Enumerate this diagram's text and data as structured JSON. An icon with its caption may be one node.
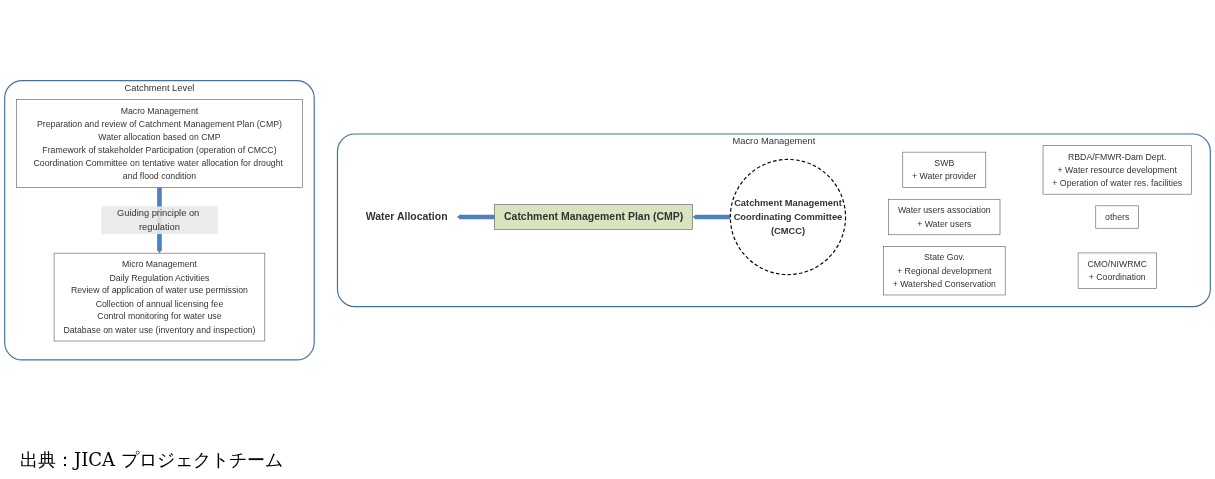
{
  "diagram": {
    "caption": "出典：JICA プロジェクトチーム",
    "nodes": [
      {
        "text": [
          "Catchment Level"
        ]
      },
      {
        "text": [
          "Macro Management",
          "Preparation and review of Catchment Management Plan (CMP)",
          "Water allocation based on CMP",
          "Framework of stakeholder Participation (operation of CMCC)",
          "Coordination Committee on tentative water allocation for drought and flood condition"
        ],
        "in": 0
      },
      {
        "text": [
          "Micro Management",
          "Daily Regulation Activities",
          "Review of application of water use permission",
          "Collection of annual licensing fee",
          "Control monitoring for water use",
          "Database on water use (inventory and inspection)"
        ],
        "in": 0
      },
      {
        "text": [
          "Macro Management"
        ]
      },
      {
        "text": [
          "Catchment Management Plan (CMP)"
        ],
        "in": 3
      },
      {
        "text": [
          "Water Allocation"
        ],
        "in": 3
      },
      {
        "text": [
          "Catchment Management Coordinating Committee (CMCC)"
        ],
        "in": 3
      },
      {
        "text": [
          "SWB",
          "+ Water provider"
        ],
        "in": 3
      },
      {
        "text": [
          "Water users association",
          "+ Water users"
        ],
        "in": 3
      },
      {
        "text": [
          "State Gov.",
          "+ Regional development",
          "+ Watershed Conservation"
        ],
        "in": 3
      },
      {
        "text": [
          "RBDA/FMWR-Dam Dept.",
          "+ Water resource development",
          "+ Operation of water res. facilities"
        ],
        "in": 3
      },
      {
        "text": [
          "others"
        ],
        "in": 3
      },
      {
        "text": [
          "CMO/NIWRMC",
          "+ Coordination"
        ],
        "in": 3
      }
    ],
    "edges": [
      {
        "from": 1,
        "to": 2,
        "arrow": "to",
        "label": "Guiding principle on regulation"
      },
      {
        "from": 6,
        "to": 4,
        "arrow": "to"
      },
      {
        "from": 4,
        "to": 5,
        "arrow": "to"
      }
    ]
  }
}
